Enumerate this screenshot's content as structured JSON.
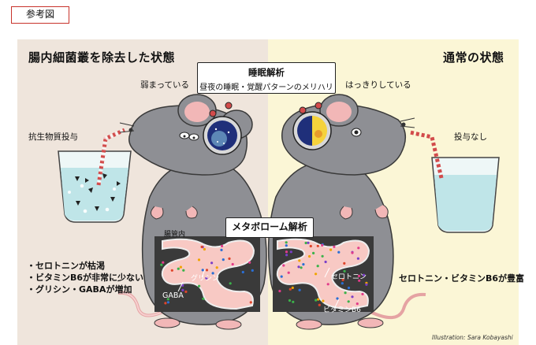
{
  "reference_label": "参考図",
  "left_panel": {
    "title": "腸内細菌叢を除去した状態",
    "state": "弱まっている",
    "drug": "抗生物質投与",
    "findings": [
      "・セロトニンが枯渇",
      "・ビタミンB6が非常に少ない",
      "・グリシン・GABAが増加"
    ],
    "gut_labels": {
      "lumen": "腸管内",
      "glycine": "グリシン",
      "gaba": "GABA"
    },
    "background": "#efe5dc"
  },
  "right_panel": {
    "title": "通常の状態",
    "state": "はっきりしている",
    "drug": "投与なし",
    "findings": [
      "セロトニン・ビタミンB6が豊富"
    ],
    "gut_labels": {
      "serotonin": "セロトニン",
      "vitamin_b6": "ビタミンB6"
    },
    "background": "#fbf6d6"
  },
  "sleep_box": {
    "title": "睡眠解析",
    "subtitle": "昼夜の睡眠・覚醒パターンのメリハリ"
  },
  "metabolome_box": {
    "title": "メタボローム解析"
  },
  "credit": "Illustration: Sara Kobayashi",
  "colors": {
    "mouse": "#8e8f94",
    "mouse_dark": "#6f7075",
    "gut_dark": "#3a3a3a",
    "pink": "#f2b7b7",
    "water": "#bfe5e8",
    "straw_red": "#d24b4b"
  }
}
